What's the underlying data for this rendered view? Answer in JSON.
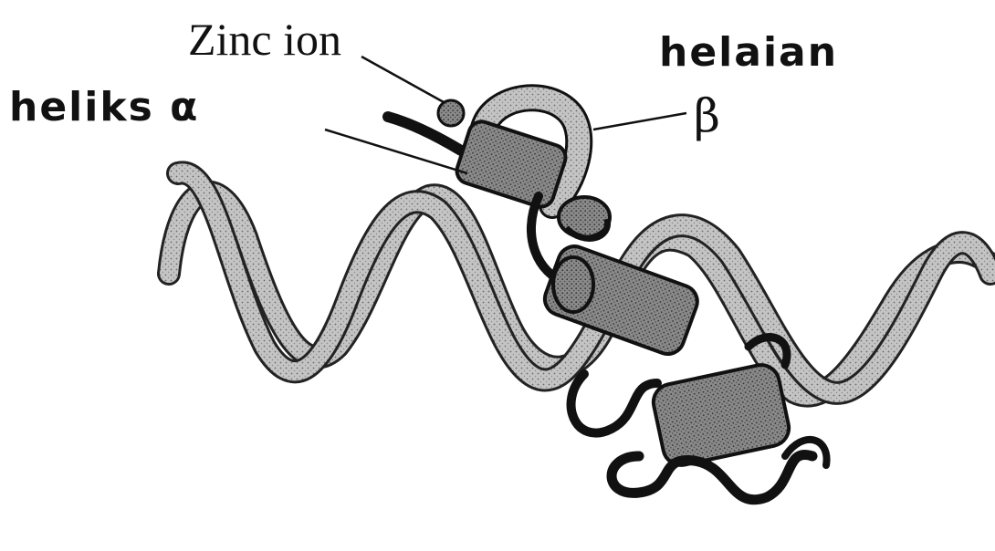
{
  "labels": {
    "zinc_ion": "Zinc ion",
    "helaian": "helaian",
    "heliks_alpha": "heliks α",
    "beta": "β"
  },
  "colors": {
    "ink": "#111111",
    "ribbon_fill": "#b8b8b8",
    "protein_fill": "#7a7a7a",
    "background": "#ffffff"
  }
}
